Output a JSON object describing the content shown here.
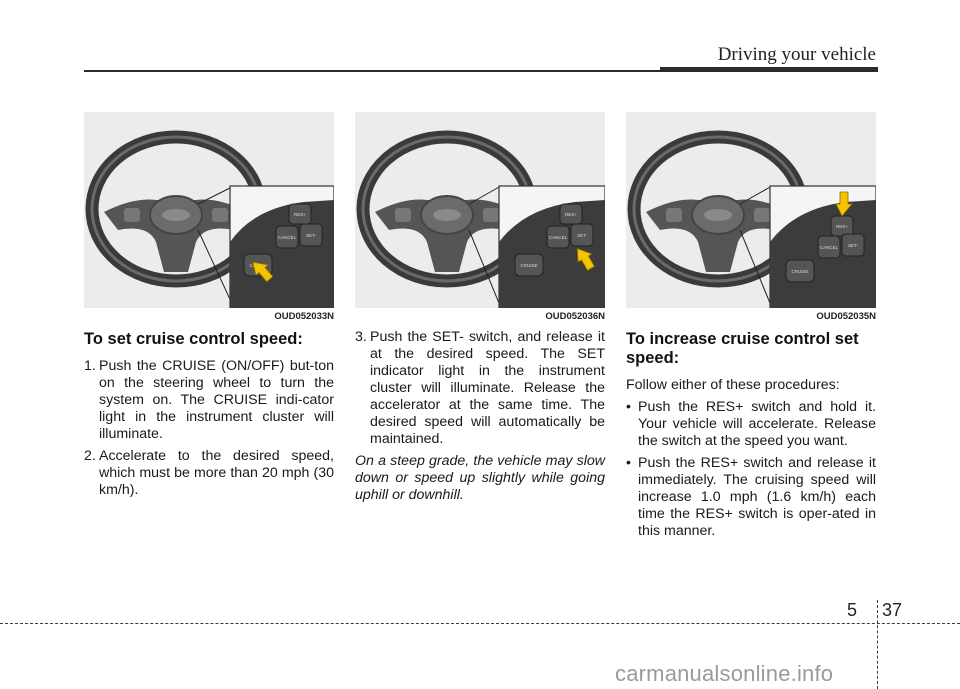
{
  "header": {
    "title": "Driving your vehicle"
  },
  "columns": [
    {
      "figure_code": "OUD052033N",
      "heading": "To set cruise control speed:",
      "steps": [
        {
          "num": "1.",
          "text": "Push the CRUISE (ON/OFF) but-ton on the steering wheel to turn the system on. The CRUISE indi-cator light in the instrument cluster will illuminate."
        },
        {
          "num": "2.",
          "text": "Accelerate to the desired speed, which must be more than 20 mph (30 km/h)."
        }
      ]
    },
    {
      "figure_code": "OUD052036N",
      "steps": [
        {
          "num": "3.",
          "text": "Push the SET- switch, and release it at the desired speed. The SET indicator light in the instrument cluster will illuminate. Release the accelerator at the same time. The desired speed will automatically be maintained."
        }
      ],
      "note": "On a steep grade, the vehicle may slow down or speed up slightly while going uphill or downhill."
    },
    {
      "figure_code": "OUD052035N",
      "heading": "To increase cruise control set speed:",
      "intro": "Follow either of these procedures:",
      "bullets": [
        {
          "text": "Push the RES+ switch and hold it. Your vehicle will accelerate. Release the switch at the speed you want."
        },
        {
          "text": "Push the RES+ switch and release it immediately. The cruising speed will increase 1.0 mph (1.6 km/h) each time the RES+ switch is oper-ated in this manner."
        }
      ]
    }
  ],
  "figure_labels": {
    "cruise": "CRUISE",
    "cancel": "CANCEL",
    "set": "SET-",
    "res": "RES+"
  },
  "footer": {
    "chapter": "5",
    "page": "37",
    "watermark": "carmanualsonline.info"
  },
  "colors": {
    "figure_bg": "#ececec",
    "arrow": "#f5c400",
    "wheel": "#3a3a3a"
  }
}
